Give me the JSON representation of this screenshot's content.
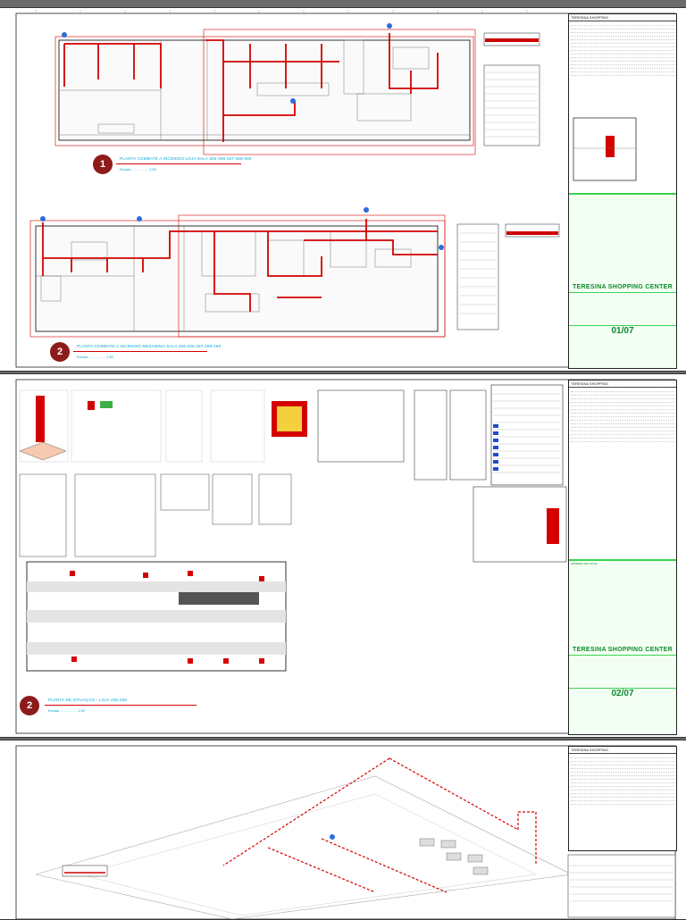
{
  "sheets": [
    {
      "captions": [
        {
          "badge": "1",
          "title": "PLANTA COMBATE A INCENDIO LOJA SALA 265-266-267-268-269",
          "scale": "Escala ................. 1:50"
        },
        {
          "badge": "2",
          "title": "PLANTA COMBATE A INCENDIO MEZANINO SALA 265-266-267-268-269",
          "scale": "Escala ................. 1:50"
        }
      ],
      "titleblock": {
        "company": "TERESINA SHOPPING",
        "project": "TERESINA SHOPPING CENTER",
        "sheet_no": "01/07"
      }
    },
    {
      "captions": [
        {
          "badge": "2",
          "title": "PLANTA DE SITUAÇÃO - LOJA 265-266",
          "scale": "Escala ................. 1:50"
        }
      ],
      "titleblock": {
        "company": "TERESINA SHOPPING",
        "project": "TERESINA SHOPPING CENTER",
        "sheet_no": "02/07"
      },
      "legend_title": "LEGENDA DE FOLHA"
    },
    {
      "titleblock": {
        "company": "TERESINA SHOPPING"
      }
    }
  ],
  "colors": {
    "fire_line": "#d40000",
    "caption": "#00a6d6",
    "badge": "#8e1b1b",
    "titleblock_green": "#39d353"
  }
}
